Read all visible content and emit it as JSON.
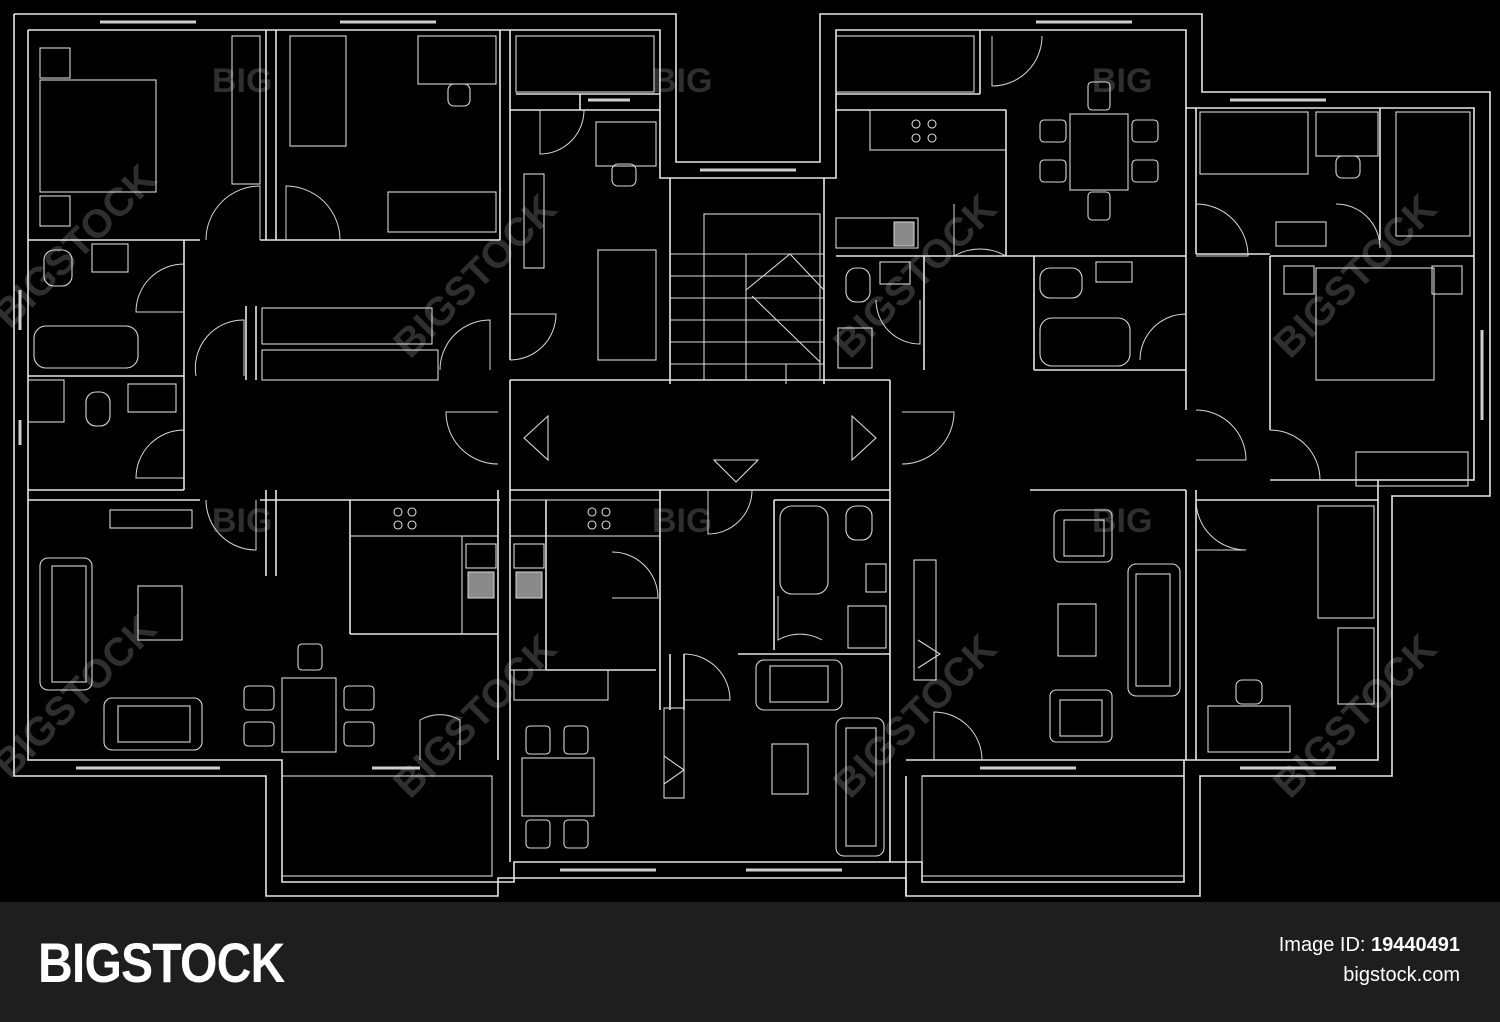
{
  "footer": {
    "brand": "BIGSTOCK",
    "image_id_label": "Image ID:",
    "image_id_value": "19440491",
    "site": "bigstock.com"
  },
  "watermarks": {
    "big": "BIG",
    "bigstock": "BIGSTOCK"
  },
  "colors": {
    "background": "#000000",
    "lines": "#e6e6e6",
    "footer": "#1e1e1e"
  }
}
